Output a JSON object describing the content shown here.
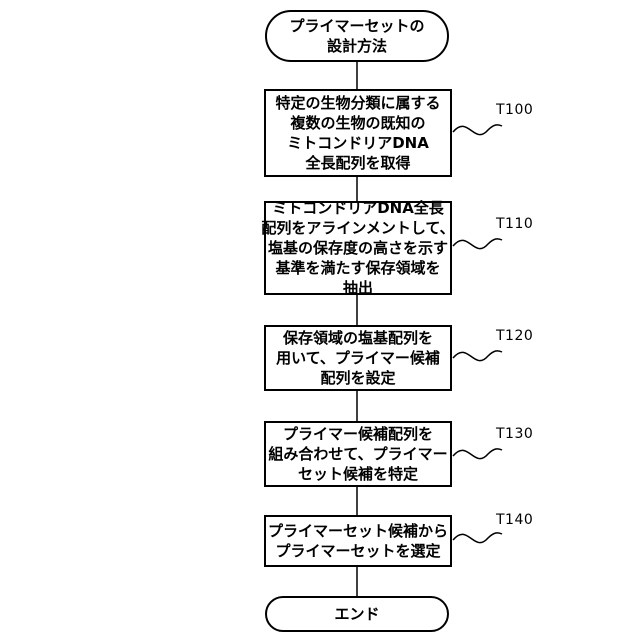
{
  "start": {
    "lines": [
      "プライマーセットの",
      "設計方法"
    ]
  },
  "steps": [
    {
      "id": "T100",
      "lines": [
        "特定の生物分類に属する",
        "複数の生物の既知の",
        "ミトコンドリアDNA",
        "全長配列を取得"
      ]
    },
    {
      "id": "T110",
      "lines": [
        "ミトコンドリアDNA全長",
        "配列をアラインメントして、",
        "塩基の保存度の高さを示す",
        "基準を満たす保存領域を",
        "抽出"
      ]
    },
    {
      "id": "T120",
      "lines": [
        "保存領域の塩基配列を",
        "用いて、プライマー候補",
        "配列を設定"
      ]
    },
    {
      "id": "T130",
      "lines": [
        "プライマー候補配列を",
        "組み合わせて、プライマー",
        "セット候補を特定"
      ]
    },
    {
      "id": "T140",
      "lines": [
        "プライマーセット候補から",
        "プライマーセットを選定"
      ]
    }
  ],
  "end": {
    "lines": [
      "エンド"
    ]
  }
}
